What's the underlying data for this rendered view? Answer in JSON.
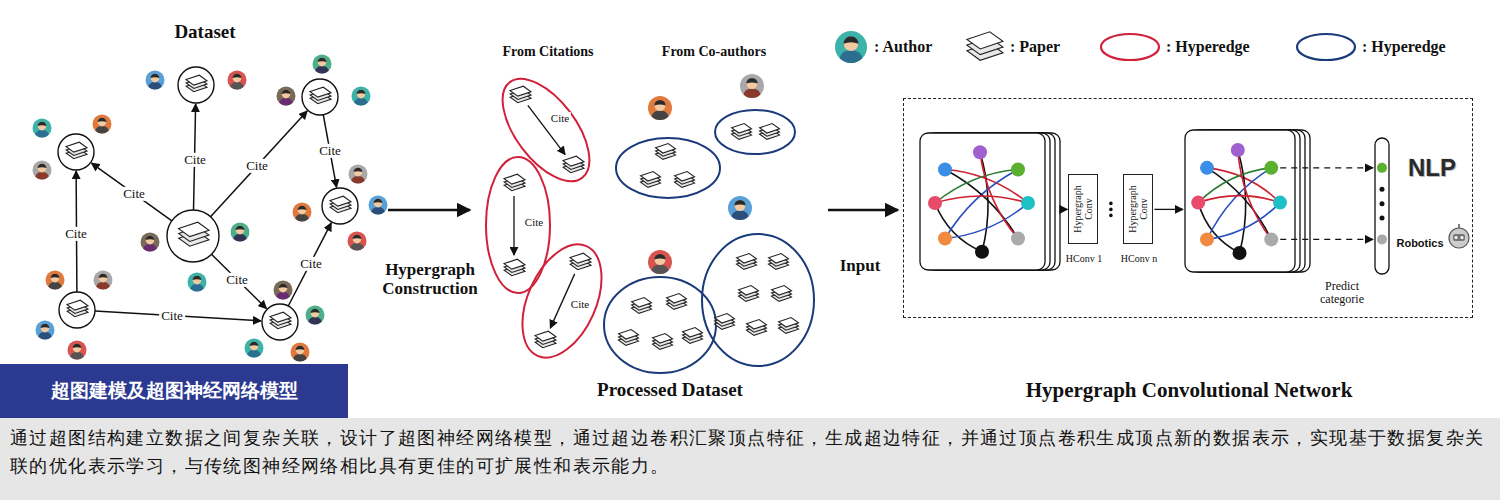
{
  "diagram": {
    "title": "超图建模及超图神经网络模型",
    "caption": "通过超图结构建立数据之间复杂关联，设计了超图神经网络模型，通过超边卷积汇聚顶点特征，生成超边特征，并通过顶点卷积生成顶点新的数据表示，实现基于数据复杂关联的优化表示学习，与传统图神经网络相比具有更佳的可扩展性和表示能力。",
    "nodes": [
      {
        "text": [
          "Hypergraph Convolutional Network"
        ]
      },
      {
        "text": [
          "Hypergraph Conv"
        ],
        "in": 0
      },
      {
        "text": [
          "Hypergraph Conv"
        ],
        "in": 0
      }
    ],
    "labels": [
      "Dataset",
      "Cite",
      "Cite",
      "Cite",
      "Cite",
      "Cite",
      "Cite",
      "Cite",
      "Cite",
      "Hypergraph Construction",
      "From Citations",
      "From Co-authors",
      "Cite",
      "Cite",
      "Cite",
      "Processed Dataset",
      "Input",
      "HConv 1",
      "HConv n",
      "Predict categorie",
      "NLP",
      "Robotics"
    ],
    "legend": [
      {
        "text": ": Author"
      },
      {
        "text": ": Paper"
      },
      {
        "text": ": Hyperedge",
        "color": "#d0203a"
      },
      {
        "text": ": Hyperedge",
        "color": "#1a3a7a"
      }
    ]
  }
}
